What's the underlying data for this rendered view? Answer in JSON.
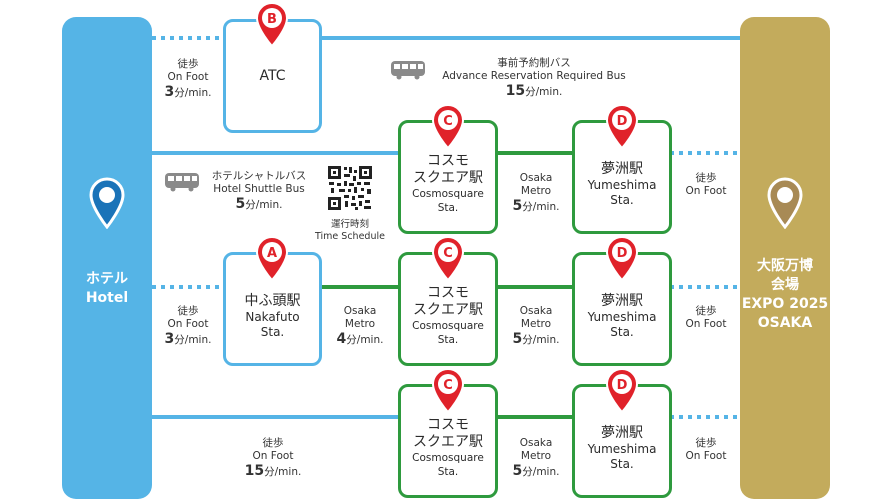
{
  "hotel": {
    "label_ja": "ホテル",
    "label_en": "Hotel",
    "color": "#55b4e6"
  },
  "expo": {
    "label_ja1": "大阪万博",
    "label_ja2": "会場",
    "label_en1": "EXPO 2025",
    "label_en2": "OSAKA",
    "color": "#c3ab5c"
  },
  "pins": {
    "a": "A",
    "b": "B",
    "c": "C",
    "d": "D"
  },
  "nodes": {
    "atc": {
      "label": "ATC"
    },
    "nakafuto": {
      "ja": "中ふ頭駅",
      "en1": "Nakafuto",
      "en2": "Sta."
    },
    "cosmo": {
      "ja1": "コスモ",
      "ja2": "スクエア駅",
      "en1": "Cosmosquare",
      "en2": "Sta."
    },
    "yume": {
      "ja": "夢洲駅",
      "en1": "Yumeshima",
      "en2": "Sta."
    }
  },
  "routes": {
    "walk_ja": "徒歩",
    "walk_en": "On Foot",
    "metro_l1": "Osaka",
    "metro_l2": "Metro",
    "unit": "分/min.",
    "walk3": "3",
    "walk15": "15",
    "metro4": "4",
    "metro5": "5",
    "bus_reserve": {
      "ja": "事前予約制バス",
      "en": "Advance Reservation Required Bus",
      "min": "15"
    },
    "bus_shuttle": {
      "ja": "ホテルシャトルバス",
      "en": "Hotel Shuttle Bus",
      "min": "5"
    },
    "schedule": {
      "ja": "運行時刻",
      "en": "Time Schedule"
    }
  },
  "colors": {
    "blue": "#55b4e6",
    "green": "#2e9a3e",
    "gold": "#c3ab5c",
    "pin_red": "#e0222a"
  }
}
